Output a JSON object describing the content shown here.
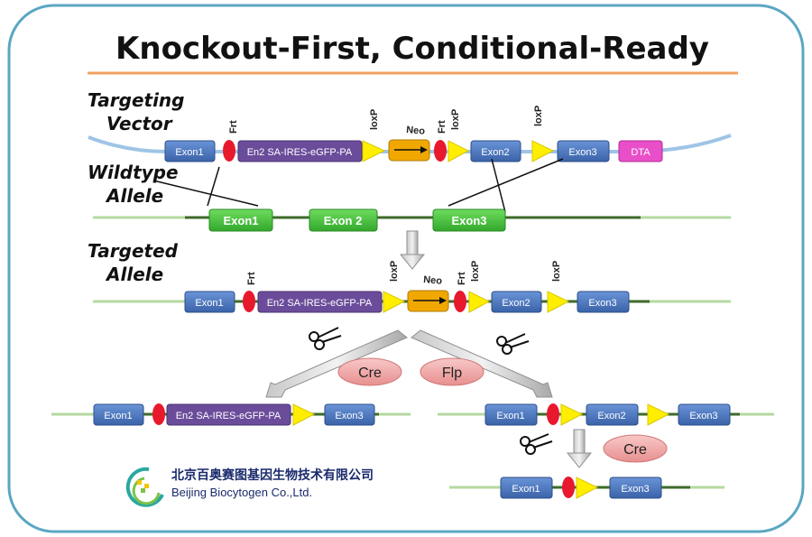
{
  "title": "Knockout-First, Conditional-Ready",
  "labels": {
    "targeting_vector": [
      "Targeting",
      "Vector"
    ],
    "wildtype_allele": [
      "Wildtype",
      "Allele"
    ],
    "targeted_allele": [
      "Targeted",
      "Allele"
    ]
  },
  "elements": {
    "exon1": "Exon1",
    "exon2": "Exon2",
    "exon3": "Exon3",
    "en2": "En2 SA-IRES-eGFP-PA",
    "dta": "DTA",
    "neo": "Neo",
    "frt": "Frt",
    "loxp": "loxP",
    "wt_exon1": "Exon1",
    "wt_exon2": "Exon 2",
    "wt_exon3": "Exon3"
  },
  "enzymes": {
    "cre": "Cre",
    "flp": "Flp"
  },
  "logo": {
    "chinese": "北京百奥赛图基因生物技术有限公司",
    "english": "Beijing Biocytogen Co.,Ltd."
  },
  "colors": {
    "frame": "#5aa7c3",
    "title_rule": "#f0a060",
    "exon_blue": "#4a73b8",
    "cassette_purple": "#6b4c9a",
    "dta_pink": "#e84fc8",
    "neo_orange": "#f0a800",
    "frt_red": "#e8192c",
    "loxp_yellow": "#ffee00",
    "wt_green": "#3fbf3a",
    "enzyme_pink": "#f2a5a5"
  }
}
